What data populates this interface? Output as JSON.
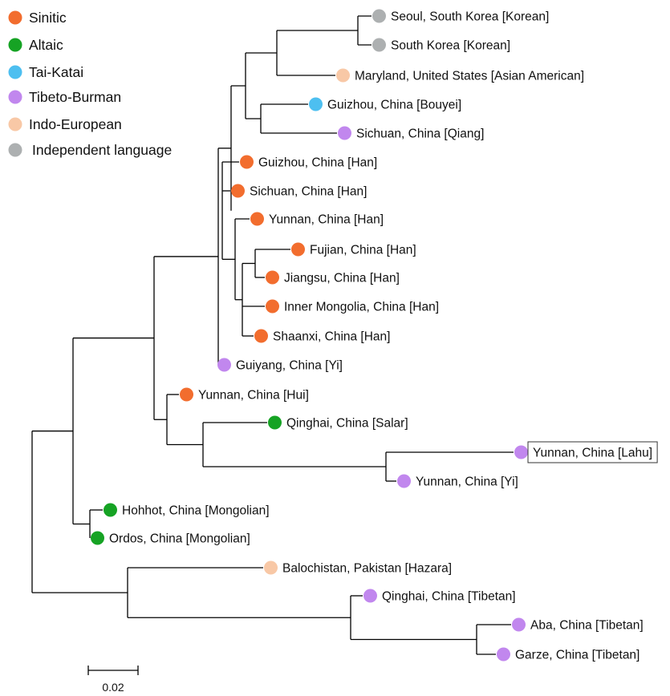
{
  "legend": [
    {
      "label": "Sinitic",
      "color": "#f26d2e"
    },
    {
      "label": "Altaic",
      "color": "#16a324"
    },
    {
      "label": "Tai-Katai",
      "color": "#4dbff0"
    },
    {
      "label": "Tibeto-Burman",
      "color": "#c187ee"
    },
    {
      "label": "Indo-European",
      "color": "#f8c8a6"
    },
    {
      "label": "Independent language",
      "color": "#adb0b1"
    }
  ],
  "leaves": [
    {
      "label": "Seoul, South Korea [Korean]",
      "group": "Independent language"
    },
    {
      "label": "South Korea [Korean]",
      "group": "Independent language"
    },
    {
      "label": "Maryland, United States [Asian American]",
      "group": "Indo-European"
    },
    {
      "label": "Guizhou, China [Bouyei]",
      "group": "Tai-Katai"
    },
    {
      "label": "Sichuan, China [Qiang]",
      "group": "Tibeto-Burman"
    },
    {
      "label": "Guizhou, China [Han]",
      "group": "Sinitic"
    },
    {
      "label": "Sichuan, China [Han]",
      "group": "Sinitic"
    },
    {
      "label": "Yunnan, China [Han]",
      "group": "Sinitic"
    },
    {
      "label": "Fujian, China [Han]",
      "group": "Sinitic"
    },
    {
      "label": "Jiangsu, China [Han]",
      "group": "Sinitic"
    },
    {
      "label": "Inner Mongolia, China [Han]",
      "group": "Sinitic"
    },
    {
      "label": "Shaanxi, China [Han]",
      "group": "Sinitic"
    },
    {
      "label": "Guiyang, China [Yi]",
      "group": "Tibeto-Burman"
    },
    {
      "label": "Yunnan, China [Hui]",
      "group": "Sinitic"
    },
    {
      "label": "Qinghai, China [Salar]",
      "group": "Altaic"
    },
    {
      "label": "Yunnan, China [Lahu]",
      "group": "Tibeto-Burman",
      "highlighted": true
    },
    {
      "label": "Yunnan, China [Yi]",
      "group": "Tibeto-Burman"
    },
    {
      "label": "Hohhot, China [Mongolian]",
      "group": "Altaic"
    },
    {
      "label": "Ordos, China [Mongolian]",
      "group": "Altaic"
    },
    {
      "label": "Balochistan, Pakistan [Hazara]",
      "group": "Indo-European"
    },
    {
      "label": "Qinghai, China [Tibetan]",
      "group": "Tibeto-Burman"
    },
    {
      "label": "Aba, China [Tibetan]",
      "group": "Tibeto-Burman"
    },
    {
      "label": "Garze, China [Tibetan]",
      "group": "Tibeto-Burman"
    }
  ],
  "scale_bar": {
    "label": "0.02"
  }
}
